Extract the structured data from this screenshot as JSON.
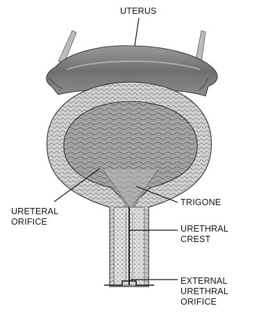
{
  "labels": {
    "uterus": "UTERUS",
    "ureteral_orifice": [
      "URETERAL",
      "ORIFICE"
    ],
    "trigone": "TRIGONE",
    "urethral_crest": [
      "URETHRAL",
      "CREST"
    ],
    "external_urethral_orifice": [
      "EXTERNAL",
      "URETHRAL",
      "ORIFICE"
    ]
  },
  "colors": {
    "ink": "#111111",
    "tissue_dark": "#4a4a4a",
    "tissue_mid": "#8a8a8a",
    "tissue_light": "#c8c8c8",
    "background": "#ffffff"
  }
}
